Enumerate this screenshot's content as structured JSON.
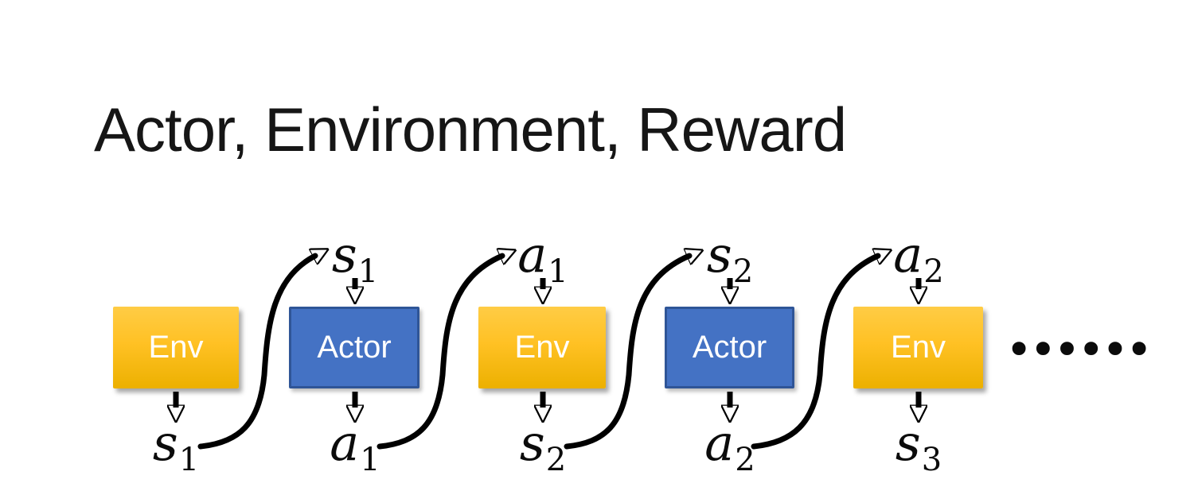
{
  "slide": {
    "title": "Actor, Environment, Reward",
    "ellipsis": "••••••"
  },
  "diagram": {
    "boxes": [
      {
        "label": "Env"
      },
      {
        "label": "Actor"
      },
      {
        "label": "Env"
      },
      {
        "label": "Actor"
      },
      {
        "label": "Env"
      }
    ],
    "top_labels": [
      {
        "letter": "s",
        "sub": "1"
      },
      {
        "letter": "a",
        "sub": "1"
      },
      {
        "letter": "s",
        "sub": "2"
      },
      {
        "letter": "a",
        "sub": "2"
      }
    ],
    "bottom_labels": [
      {
        "letter": "s",
        "sub": "1"
      },
      {
        "letter": "a",
        "sub": "1"
      },
      {
        "letter": "s",
        "sub": "2"
      },
      {
        "letter": "a",
        "sub": "2"
      },
      {
        "letter": "s",
        "sub": "3"
      }
    ],
    "colors": {
      "env_gradient_top": "#FFCC45",
      "env_gradient_bottom": "#ECB000",
      "actor_fill": "#4472C4",
      "actor_border": "#2F5597",
      "box_text": "#FFFFFF",
      "arrow": "#000000",
      "title_text": "#161616"
    }
  }
}
